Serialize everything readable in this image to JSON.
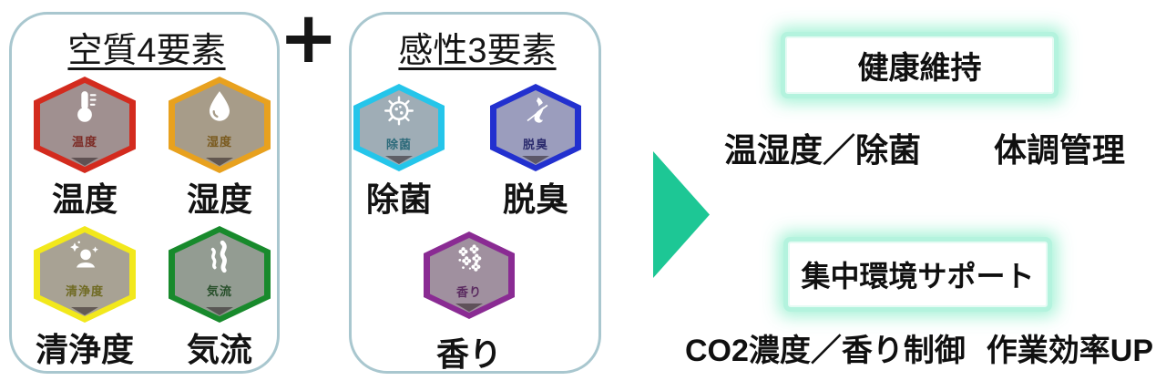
{
  "panels": {
    "air_quality": {
      "title": "空質4要素",
      "items": [
        {
          "name": "temperature",
          "label": "温度",
          "badge_text": "温度",
          "color": "#d32b1e",
          "icon": "thermometer-icon"
        },
        {
          "name": "humidity",
          "label": "湿度",
          "badge_text": "湿度",
          "color": "#e8a11e",
          "icon": "droplet-icon"
        },
        {
          "name": "cleanliness",
          "label": "清浄度",
          "badge_text": "清浄度",
          "color": "#f2e81c",
          "icon": "purifier-icon"
        },
        {
          "name": "airflow",
          "label": "気流",
          "badge_text": "気流",
          "color": "#188a2c",
          "icon": "airflow-icon"
        }
      ]
    },
    "sensory": {
      "title": "感性3要素",
      "items": [
        {
          "name": "sterilization",
          "label": "除菌",
          "badge_text": "除菌",
          "color": "#25c5ea",
          "icon": "virus-icon"
        },
        {
          "name": "deodorization",
          "label": "脱臭",
          "badge_text": "脱臭",
          "color": "#2230cf",
          "icon": "nose-icon"
        },
        {
          "name": "fragrance",
          "label": "香り",
          "badge_text": "香り",
          "color": "#8a2b93",
          "icon": "flowers-icon"
        }
      ]
    }
  },
  "plus_sign": "+",
  "arrow": {
    "color": "#1dc795"
  },
  "outcomes": [
    {
      "heading": "健康維持",
      "detail_left": "温湿度／除菌",
      "detail_right": "体調管理"
    },
    {
      "heading": "集中環境サポート",
      "detail_left": "CO2濃度／香り制御",
      "detail_right": "作業効率UP"
    }
  ],
  "colors": {
    "panel_border": "#a9c7cf",
    "glow": "#b4f3de",
    "arrow": "#1dc795"
  }
}
